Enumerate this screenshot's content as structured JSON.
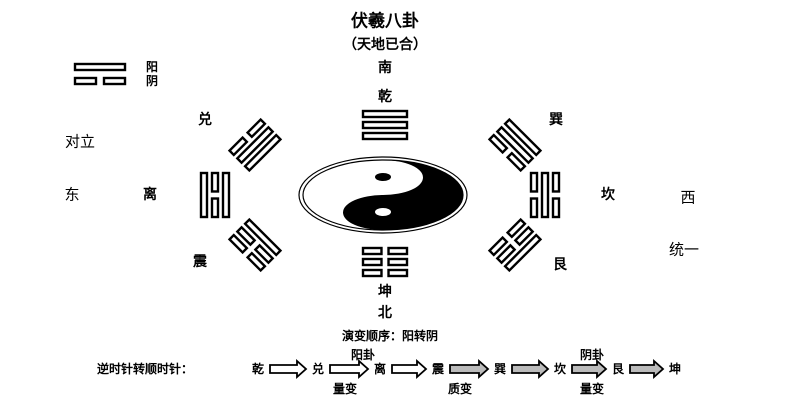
{
  "title": "伏羲八卦",
  "subtitle": "（天地已合）",
  "legend": {
    "yang": "阳",
    "yin": "阴"
  },
  "directions": {
    "south": "南",
    "north": "北",
    "east": "东",
    "west": "西"
  },
  "side_labels": {
    "opposition": "对立",
    "unity": "统一"
  },
  "trigrams": [
    {
      "name": "乾",
      "lines_bottom_to_top": [
        "yang",
        "yang",
        "yang"
      ]
    },
    {
      "name": "巽",
      "lines_bottom_to_top": [
        "yin",
        "yang",
        "yang"
      ]
    },
    {
      "name": "坎",
      "lines_bottom_to_top": [
        "yin",
        "yang",
        "yin"
      ]
    },
    {
      "name": "艮",
      "lines_bottom_to_top": [
        "yin",
        "yin",
        "yang"
      ]
    },
    {
      "name": "坤",
      "lines_bottom_to_top": [
        "yin",
        "yin",
        "yin"
      ]
    },
    {
      "name": "震",
      "lines_bottom_to_top": [
        "yang",
        "yin",
        "yin"
      ]
    },
    {
      "name": "离",
      "lines_bottom_to_top": [
        "yang",
        "yin",
        "yang"
      ]
    },
    {
      "name": "兑",
      "lines_bottom_to_top": [
        "yang",
        "yang",
        "yin"
      ]
    }
  ],
  "sequence": {
    "heading": "演变顺序：阳转阴",
    "prefix": "逆时针转顺时针：",
    "items": [
      "乾",
      "兑",
      "离",
      "震",
      "巽",
      "坎",
      "艮",
      "坤"
    ],
    "group_yang": "阳卦",
    "group_yin": "阴卦",
    "change_1": "量变",
    "change_2": "质变",
    "change_3": "量变"
  },
  "colors": {
    "line": "#000000",
    "arrow_light": "#ffffff",
    "arrow_dark": "#bbbbbb"
  }
}
